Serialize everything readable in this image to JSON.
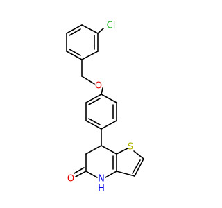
{
  "molecule": {
    "atoms": {
      "cl": {
        "text": "Cl",
        "color": "#1fb31f"
      },
      "o_ether": {
        "text": "O",
        "color": "#e60000"
      },
      "s": {
        "text": "S",
        "color": "#b3b300"
      },
      "nh_n": {
        "text": "N",
        "color": "#0000e6"
      },
      "nh_h": {
        "text": "H",
        "color": "#0000e6"
      },
      "o_carbonyl": {
        "text": "O",
        "color": "#e60000"
      }
    },
    "bond_color": "#000000"
  }
}
